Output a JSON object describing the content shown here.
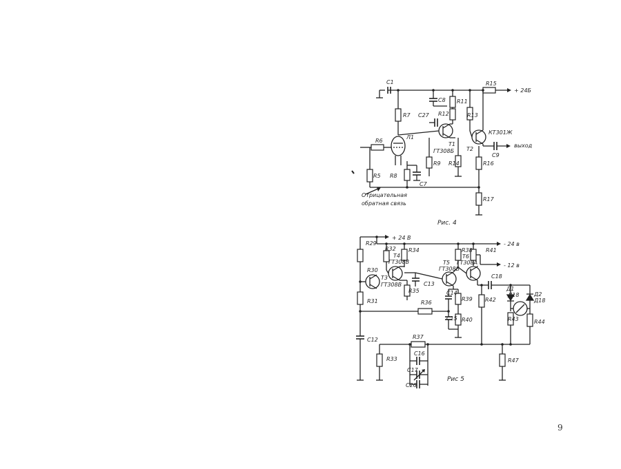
{
  "figure4": {
    "caption": "Рис. 4",
    "labels": {
      "c1": "C1",
      "c8": "C8",
      "c27": "C27",
      "c9": "C9",
      "c7": "C7",
      "r15": "R15",
      "r11": "R11",
      "r12": "R12",
      "r13": "R13",
      "r7": "R7",
      "r6": "R6",
      "r5": "R5",
      "r8": "R8",
      "r9": "R9",
      "r14": "R14",
      "r16": "R16",
      "r17": "R17",
      "l1": "Л1",
      "t1": "T1",
      "t1type": "ГТ308Б",
      "t2": "T2",
      "t2type": "КТ301Ж",
      "supply": "+ 24Б",
      "output": "выход",
      "feedback1": "Отрицательная",
      "feedback2": "обратная связь"
    }
  },
  "figure5": {
    "caption": "Рис 5",
    "labels": {
      "r29": "R29",
      "r30": "R30",
      "r31": "R31",
      "r32": "R32",
      "r33": "R33",
      "r34": "R34",
      "r35": "R35",
      "r36": "R36",
      "r37": "R37",
      "r38": "R38",
      "r39": "R39",
      "r40": "R40",
      "r41": "R41",
      "r42": "R42",
      "r43": "R43",
      "r44": "R44",
      "r47": "R47",
      "c12": "C12",
      "c13": "C13",
      "c14": "C14",
      "c15": "C15",
      "c16": "C16",
      "c17": "C17",
      "c18": "C18",
      "c26": "C26",
      "t3": "T3",
      "t3type": "ГТ308В",
      "t4": "T4",
      "t4type": "ГТ308В",
      "t5": "T5",
      "t5type": "ГТ308В",
      "t6": "T6",
      "t6type": "ГТ308А",
      "d1": "Д1",
      "d1type": "Д18",
      "d2": "Д2",
      "d2type": "Д18",
      "plus24": "+ 24 В",
      "minus24": "- 24 в",
      "minus12": "- 12 в"
    }
  },
  "page_number": "9"
}
